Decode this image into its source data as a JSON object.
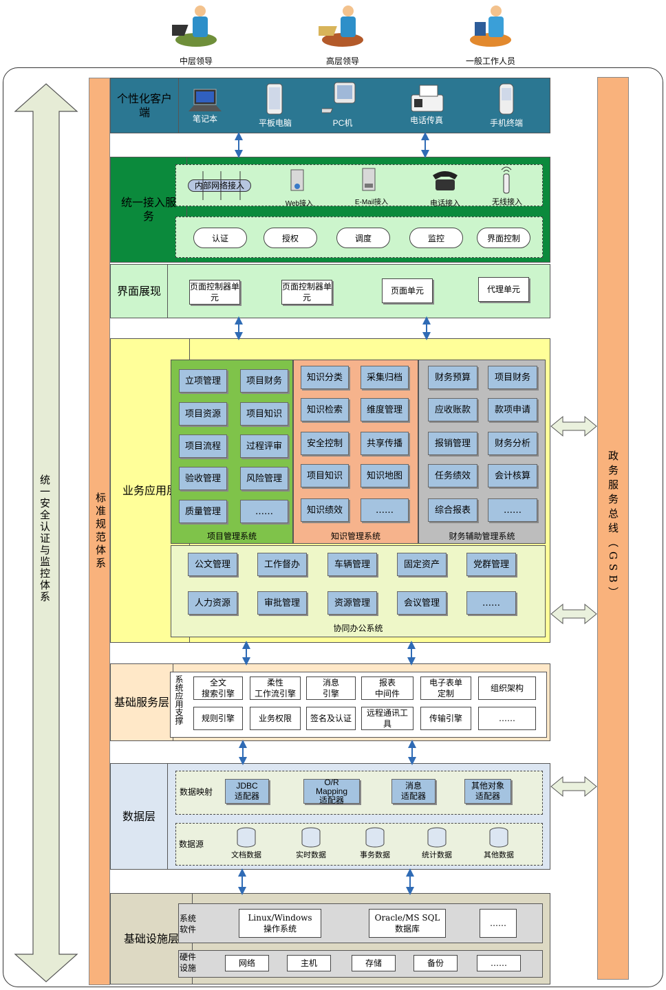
{
  "users": [
    "中层领导",
    "高层领导",
    "一般工作人员"
  ],
  "left_axis_label": "统一安全认证与监控体系",
  "left_bar_label": "标准规范体系",
  "right_bar_label": "政务服务总线（GSB）",
  "client_layer": {
    "title": "个性化客户端",
    "devices": [
      "笔记本",
      "平板电脑",
      "PC机",
      "电话传真",
      "手机终端"
    ]
  },
  "access_layer": {
    "title": "统一接入服务",
    "channels": [
      "内部网络接入",
      "Web接入",
      "E-Mail接入",
      "电话接入",
      "无线接入"
    ],
    "functions": [
      "认证",
      "授权",
      "调度",
      "监控",
      "界面控制"
    ]
  },
  "ui_layer": {
    "title": "界面展现",
    "units": [
      "页面控制器单元",
      "页面控制器单元",
      "页面单元",
      "代理单元"
    ]
  },
  "business_layer": {
    "title": "业务应用层",
    "project_mgmt": {
      "name": "项目管理系统",
      "items": [
        "立项管理",
        "项目财务",
        "项目资源",
        "项目知识",
        "项目流程",
        "过程评审",
        "验收管理",
        "风险管理",
        "质量管理",
        "……"
      ]
    },
    "knowledge_mgmt": {
      "name": "知识管理系统",
      "items": [
        "知识分类",
        "采集归档",
        "知识检索",
        "维度管理",
        "安全控制",
        "共享传播",
        "项目知识",
        "知识地图",
        "知识绩效",
        "……"
      ]
    },
    "finance_mgmt": {
      "name": "财务辅助管理系统",
      "items": [
        "财务预算",
        "项目财务",
        "应收账款",
        "款项申请",
        "报销管理",
        "财务分析",
        "任务绩效",
        "会计核算",
        "综合报表",
        "……"
      ]
    },
    "office": {
      "name": "协同办公系统",
      "items": [
        "公文管理",
        "工作督办",
        "车辆管理",
        "固定资产",
        "党群管理",
        "人力资源",
        "审批管理",
        "资源管理",
        "会议管理",
        "……"
      ]
    }
  },
  "base_service_layer": {
    "title": "基础服务层",
    "side_label": "系统应用支撑",
    "row1": [
      "全文\n搜索引擎",
      "柔性\n工作流引擎",
      "消息\n引擎",
      "报表\n中间件",
      "电子表单\n定制",
      "组织架构"
    ],
    "row2": [
      "规则引擎",
      "业务权限",
      "签名及认证",
      "远程通讯工\n具",
      "传输引擎",
      "……"
    ]
  },
  "data_layer": {
    "title": "数据层",
    "mapping_label": "数据映射",
    "adapters": [
      "JDBC\n适配器",
      "O/R\nMapping\n适配器",
      "消息\n适配器",
      "其他对象\n适配器"
    ],
    "source_label": "数据源",
    "sources": [
      "文档数据",
      "实时数据",
      "事务数据",
      "统计数据",
      "其他数据"
    ]
  },
  "infra_layer": {
    "title": "基础设施层",
    "software_label": "系统软件",
    "software": [
      "Linux/Windows\n操作系统",
      "Oracle/MS SQL\n数据库",
      "……"
    ],
    "hardware_label": "硬件设施",
    "hardware": [
      "网络",
      "主机",
      "存储",
      "备份",
      "……"
    ]
  },
  "colors": {
    "client_bg": "#2b7792",
    "access_bg": "#0b8a3c",
    "ui_bg": "#ccf5cc",
    "business_bg": "#ffff99",
    "project_bg": "#7fc34a",
    "knowledge_bg": "#f6b38c",
    "finance_bg": "#bdbdbd",
    "office_bg": "#eef7c8",
    "base_bg": "#ffe8c8",
    "data_bg": "#dce6f2",
    "infra_bg": "#ddd9c3",
    "side_bar": "#f9b27c"
  }
}
